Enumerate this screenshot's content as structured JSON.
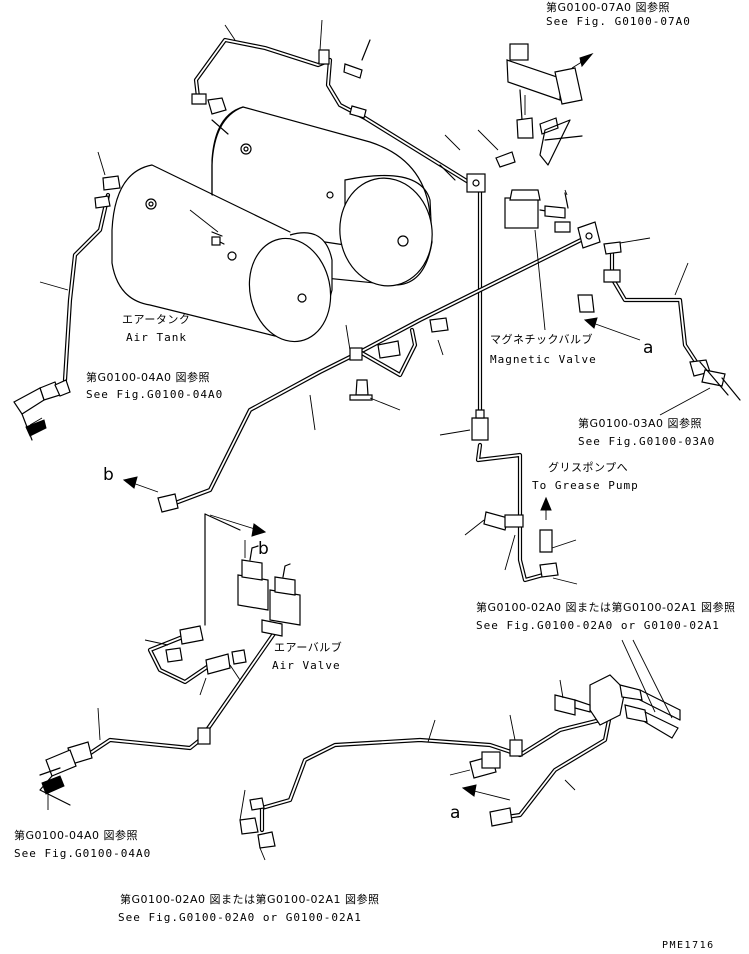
{
  "labels": {
    "ref_07a0_jp": "第G0100-07A0 図参照",
    "ref_07a0_en": "See Fig. G0100-07A0",
    "air_tank_jp": "エアータンク",
    "air_tank_en": "Air Tank",
    "magnetic_valve_jp": "マグネチックバルブ",
    "magnetic_valve_en": "Magnetic Valve",
    "ref_04a0_top_jp": "第G0100-04A0 図参照",
    "ref_04a0_top_en": "See Fig.G0100-04A0",
    "marker_a_top": "a",
    "marker_b_left": "b",
    "ref_03a0_jp": "第G0100-03A0 図参照",
    "ref_03a0_en": "See Fig.G0100-03A0",
    "grease_pump_jp": "グリスポンプへ",
    "grease_pump_en": "To Grease Pump",
    "marker_b_valve": "b",
    "ref_02a0_right_jp": "第G0100-02A0 図または第G0100-02A1 図参照",
    "ref_02a0_right_en": "See Fig.G0100-02A0 or G0100-02A1",
    "air_valve_jp": "エアーバルブ",
    "air_valve_en": "Air Valve",
    "marker_a_bottom": "a",
    "ref_04a0_bottom_jp": "第G0100-04A0 図参照",
    "ref_04a0_bottom_en": "See Fig.G0100-04A0",
    "ref_02a0_bottom_jp": "第G0100-02A0 図または第G0100-02A1 図参照",
    "ref_02a0_bottom_en": "See Fig.G0100-02A0 or G0100-02A1",
    "drawing_code": "PME1716"
  }
}
